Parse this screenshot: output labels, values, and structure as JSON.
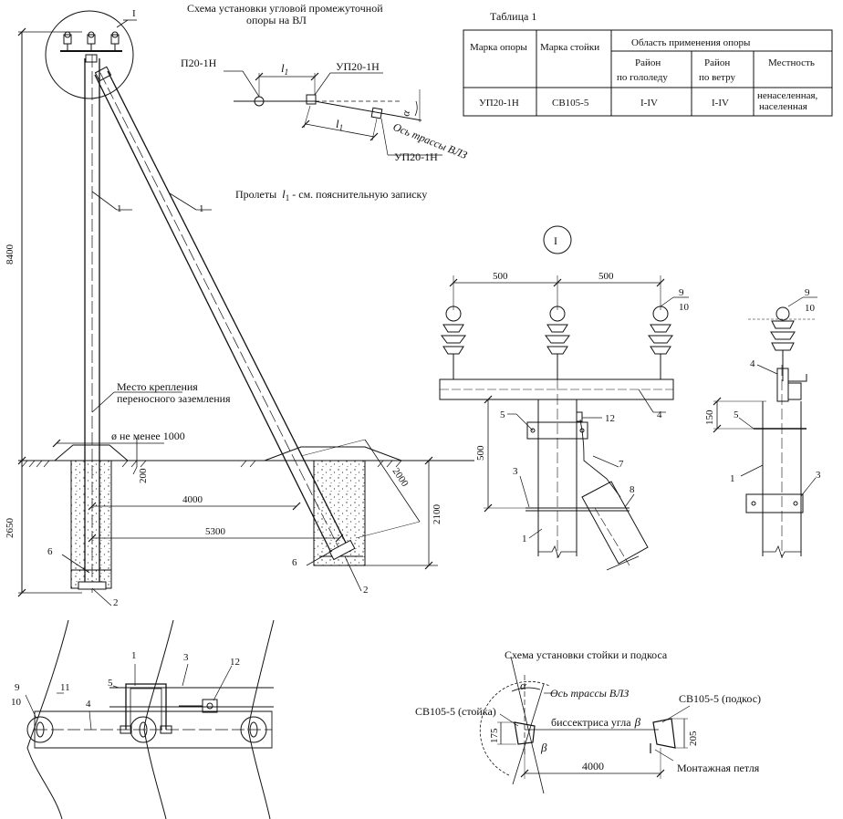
{
  "titles": {
    "angle_scheme_line1": "Схема установки угловой промежуточной",
    "angle_scheme_line2": "опоры на ВЛ",
    "stand_scheme": "Схема установки стойки и подкоса",
    "table_caption": "Таблица 1",
    "spans_note_prefix": "Пролеты",
    "spans_note_suffix": "- см. пояснительную записку"
  },
  "table": {
    "headers": {
      "col1": "Марка опоры",
      "col2": "Марка стойки",
      "group": "Область применения опоры",
      "ice_l1": "Район",
      "ice_l2": "по гололеду",
      "wind_l1": "Район",
      "wind_l2": "по ветру",
      "terrain": "Местность"
    },
    "row": {
      "mark": "УП20-1Н",
      "stand": "СВ105-5",
      "ice": "I-IV",
      "wind": "I-IV",
      "terrain_l1": "ненаселенная,",
      "terrain_l2": "населенная"
    }
  },
  "labels": {
    "p20": "П20-1Н",
    "up20_a": "УП20-1Н",
    "up20_b": "УП20-1Н",
    "route_axis": "Ось трассы ВЛЗ",
    "l1": "l",
    "l1_sub": "1",
    "alpha": "α",
    "beta": "β",
    "grounding_l1": "Место крепления",
    "grounding_l2": "переносного заземления",
    "diameter": "ø не менее 1000",
    "sv_stand": "СВ105-5 (стойка)",
    "sv_brace": "СВ105-5 (подкос)",
    "bisector": "биссектриса угла",
    "mounting_loop": "Монтажная петля",
    "detail_mark": "I"
  },
  "dims": {
    "h8400": "8400",
    "h2650": "2650",
    "d200": "200",
    "d4000": "4000",
    "d5300": "5300",
    "d2100": "2100",
    "d2000": "2000",
    "d500a": "500",
    "d500b": "500",
    "d500v": "500",
    "d150": "150",
    "d175": "175",
    "d205": "205",
    "d4000b": "4000"
  },
  "callouts": {
    "c1": "1",
    "c2": "2",
    "c3": "3",
    "c4": "4",
    "c5": "5",
    "c6": "6",
    "c7": "7",
    "c8": "8",
    "c9": "9",
    "c10": "10",
    "c11": "11",
    "c12": "12"
  }
}
